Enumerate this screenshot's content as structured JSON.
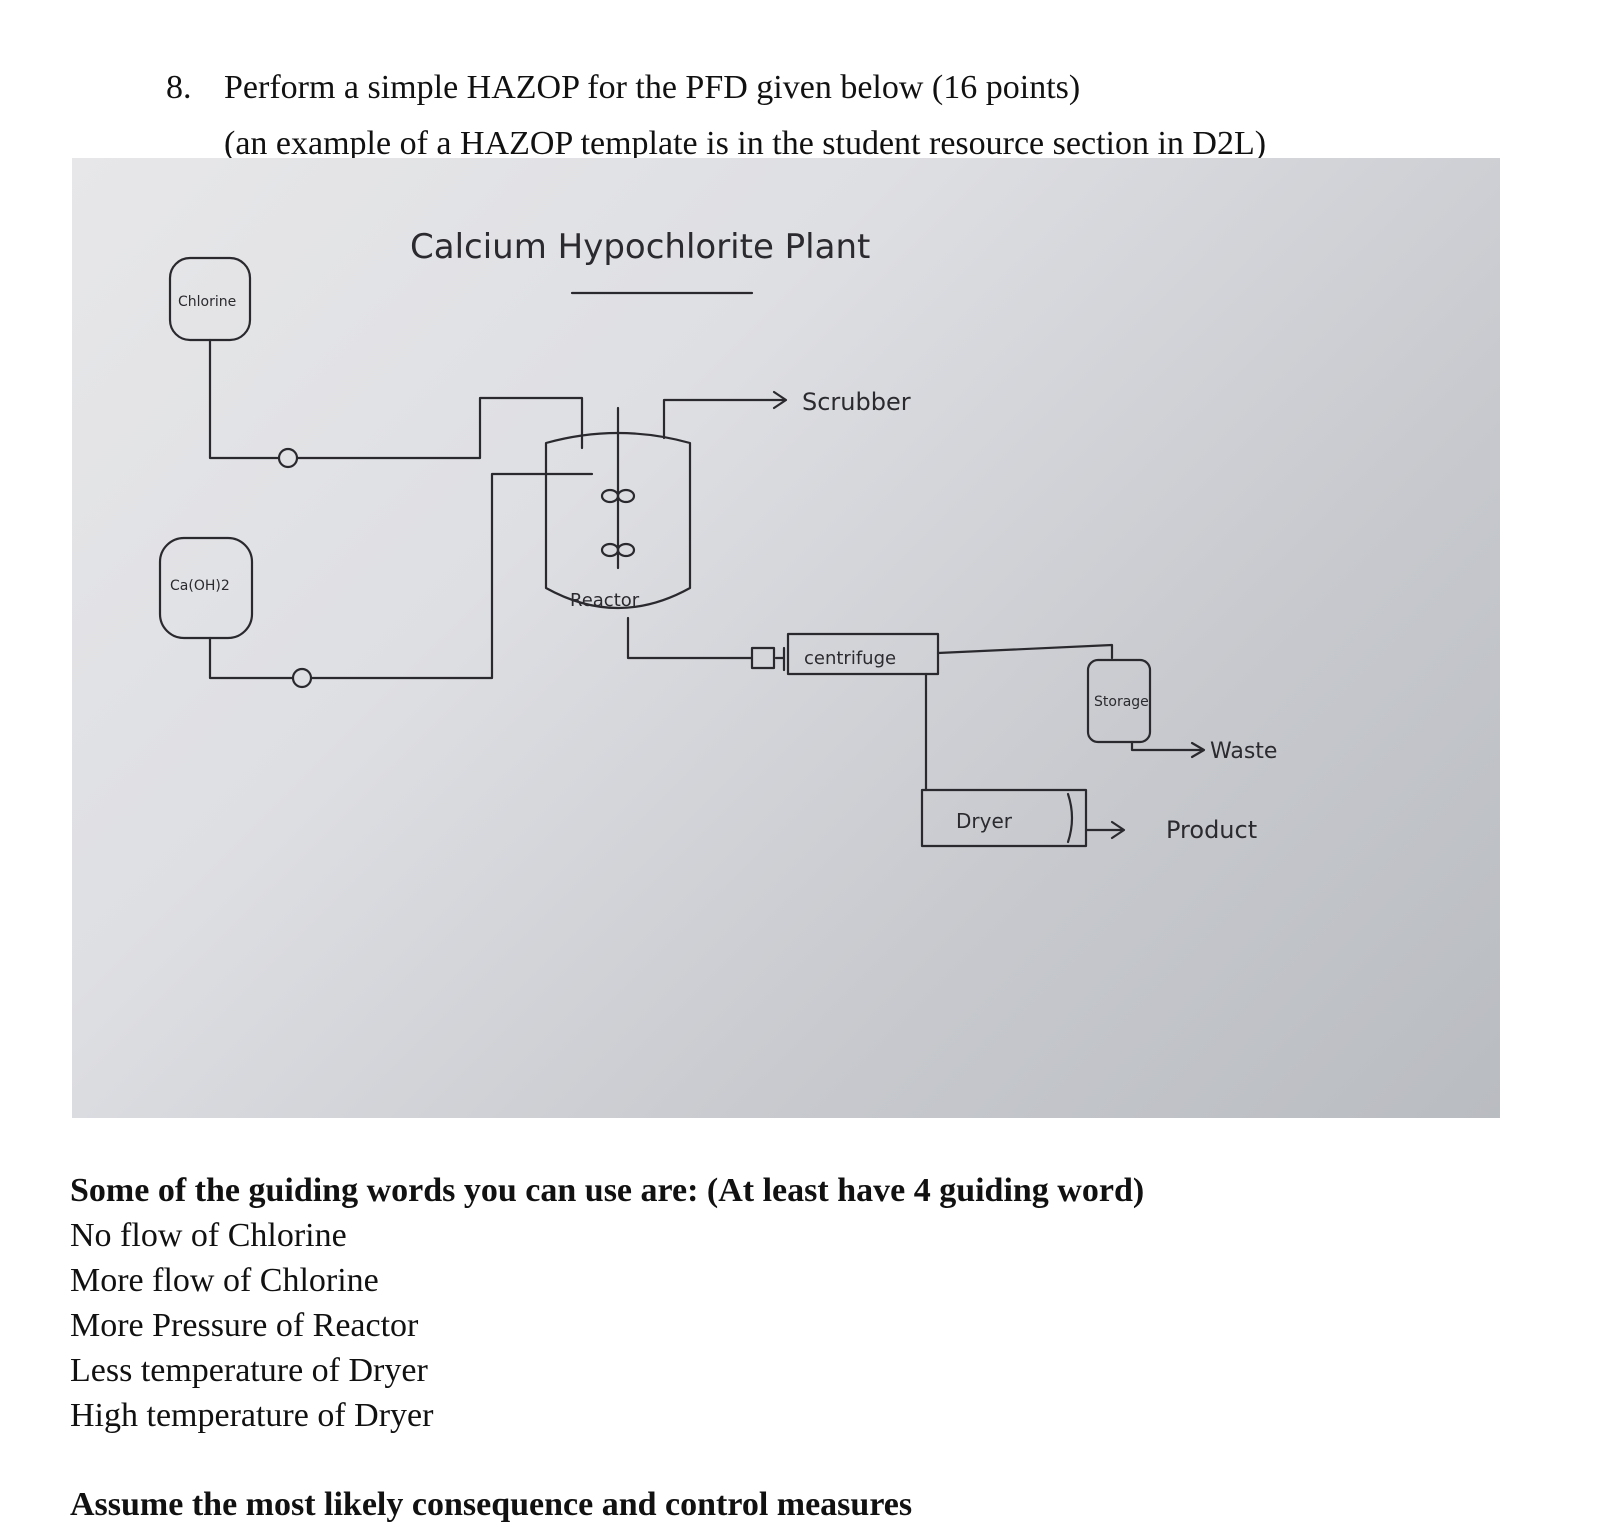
{
  "question": {
    "number": "8.",
    "line1": "Perform a simple HAZOP for the PFD given below (16 points)",
    "line2": "(an example of a HAZOP template is in the student resource section in D2L)"
  },
  "diagram": {
    "title": "Calcium Hypochlorite Plant",
    "labels": {
      "chlorine_tank": "Chlorine",
      "caoh_tank": "Ca(OH)2",
      "reactor": "Reactor",
      "scrubber": "Scrubber",
      "centrifuge": "centrifuge",
      "storage": "Storage",
      "dryer": "Dryer",
      "waste": "Waste",
      "product": "Product"
    }
  },
  "guidance": {
    "heading": "Some of the guiding words you can use are: (At least have 4 guiding word)",
    "items": [
      "No flow of Chlorine",
      "More flow of Chlorine",
      "More Pressure of Reactor",
      "Less temperature of Dryer",
      "High temperature of Dryer"
    ],
    "closing": "Assume the most likely consequence and control measures"
  }
}
